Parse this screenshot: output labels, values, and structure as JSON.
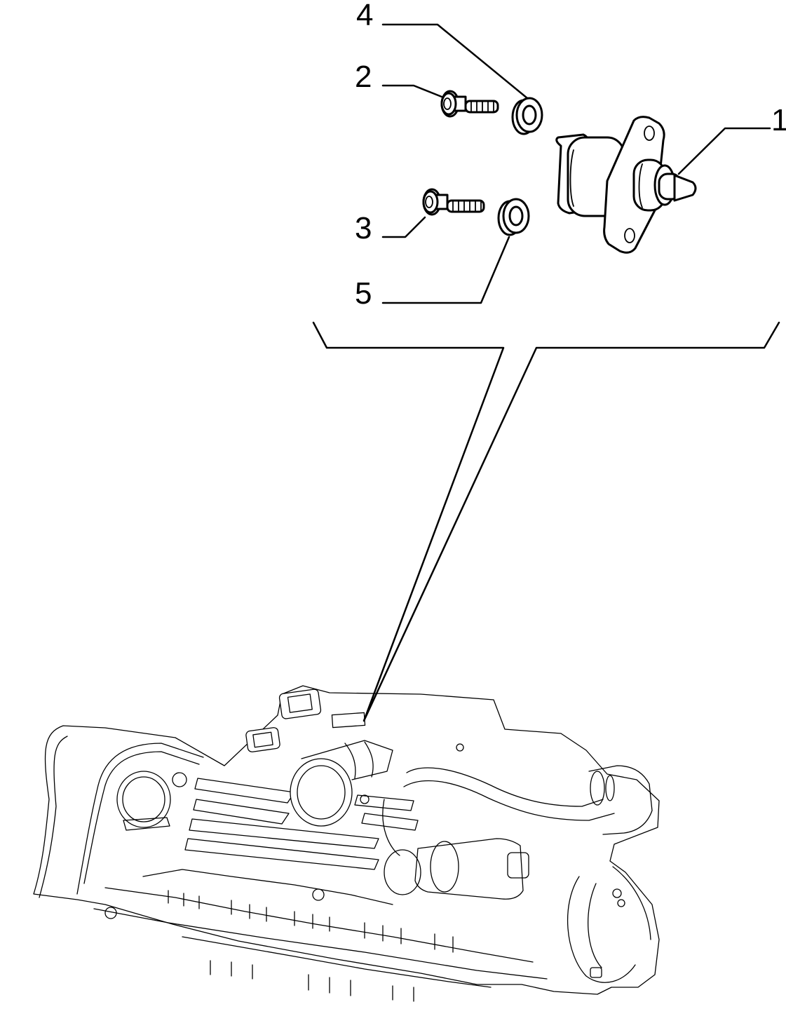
{
  "callouts": {
    "part_1": "1",
    "part_2": "2",
    "part_3": "3",
    "part_4": "4",
    "part_5": "5"
  }
}
